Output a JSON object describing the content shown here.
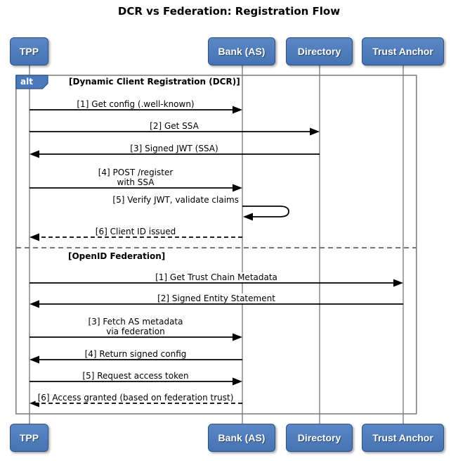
{
  "title": "DCR vs Federation: Registration Flow",
  "participants": [
    {
      "id": "tpp",
      "label": "TPP"
    },
    {
      "id": "bank",
      "label": "Bank (AS)"
    },
    {
      "id": "directory",
      "label": "Directory"
    },
    {
      "id": "trust-anchor",
      "label": "Trust Anchor"
    }
  ],
  "alt_frame": {
    "operator": "alt",
    "sections": [
      {
        "condition": "[Dynamic Client Registration (DCR)]"
      },
      {
        "condition": "[OpenID Federation]"
      }
    ]
  },
  "messages": {
    "dcr": [
      {
        "text": "[1] Get config (.well-known)",
        "from": "TPP",
        "to": "Bank (AS)",
        "style": "solid"
      },
      {
        "text": "[2] Get SSA",
        "from": "TPP",
        "to": "Directory",
        "style": "solid"
      },
      {
        "text": "[3] Signed JWT (SSA)",
        "from": "Directory",
        "to": "TPP",
        "style": "solid"
      },
      {
        "text": "[4] POST /register",
        "subtext": "with SSA",
        "from": "TPP",
        "to": "Bank (AS)",
        "style": "solid"
      },
      {
        "text": "[5] Verify JWT, validate claims",
        "from": "Bank (AS)",
        "to": "Bank (AS)",
        "style": "self"
      },
      {
        "text": "[6] Client ID issued",
        "from": "Bank (AS)",
        "to": "TPP",
        "style": "dashed"
      }
    ],
    "federation": [
      {
        "text": "[1] Get Trust Chain Metadata",
        "from": "TPP",
        "to": "Trust Anchor",
        "style": "solid"
      },
      {
        "text": "[2] Signed Entity Statement",
        "from": "Trust Anchor",
        "to": "TPP",
        "style": "solid"
      },
      {
        "text": "[3] Fetch AS metadata",
        "subtext": "via federation",
        "from": "TPP",
        "to": "Bank (AS)",
        "style": "solid"
      },
      {
        "text": "[4] Return signed config",
        "from": "Bank (AS)",
        "to": "TPP",
        "style": "solid"
      },
      {
        "text": "[5] Request access token",
        "from": "TPP",
        "to": "Bank (AS)",
        "style": "solid"
      },
      {
        "text": "[6] Access granted (based on federation trust)",
        "from": "Bank (AS)",
        "to": "TPP",
        "style": "dashed"
      }
    ]
  },
  "colors": {
    "participant_fill": "#4a79bb",
    "participant_border": "#2d5186",
    "frame_border": "#7a7a7a",
    "lifeline": "#888888",
    "arrow": "#000000",
    "divider": "#666666"
  }
}
